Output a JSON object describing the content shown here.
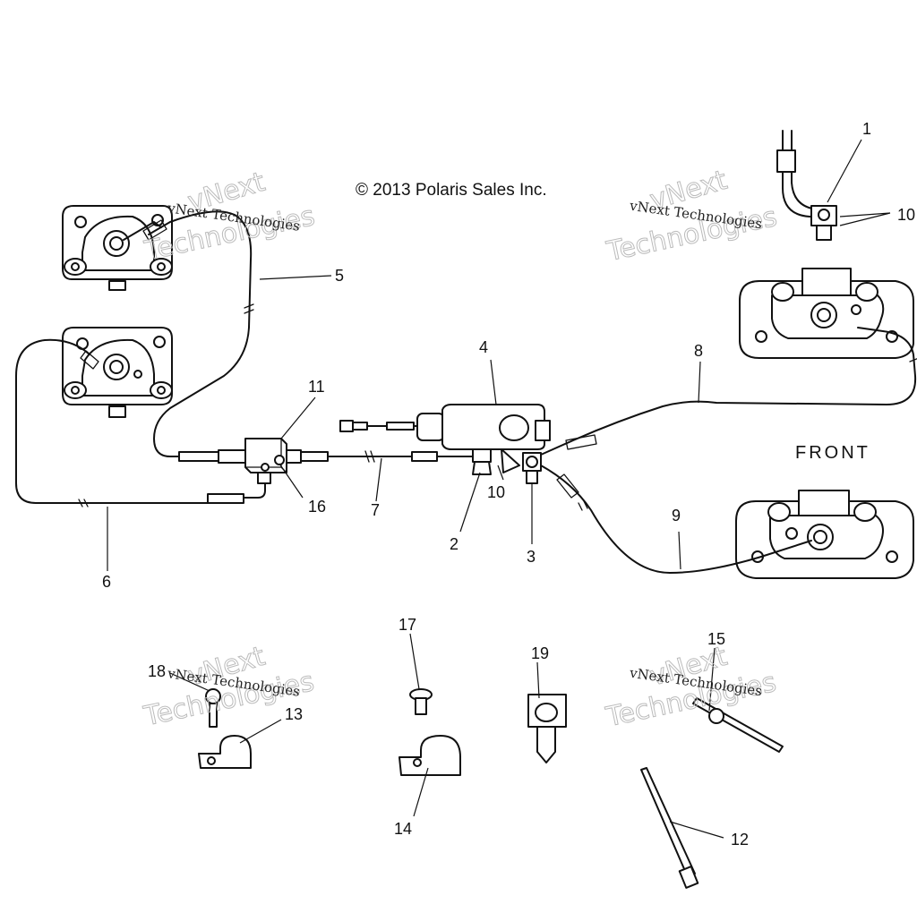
{
  "copyright": "© 2013 Polaris Sales Inc.",
  "front_label": "FRONT",
  "watermark": {
    "line1": "vNext Technologies",
    "outline_a": "vNext",
    "outline_b": "Technologies"
  },
  "callouts": [
    "1",
    "2",
    "3",
    "4",
    "5",
    "6",
    "7",
    "8",
    "9",
    "10",
    "10",
    "11",
    "12",
    "13",
    "14",
    "15",
    "16",
    "17",
    "18",
    "19"
  ]
}
